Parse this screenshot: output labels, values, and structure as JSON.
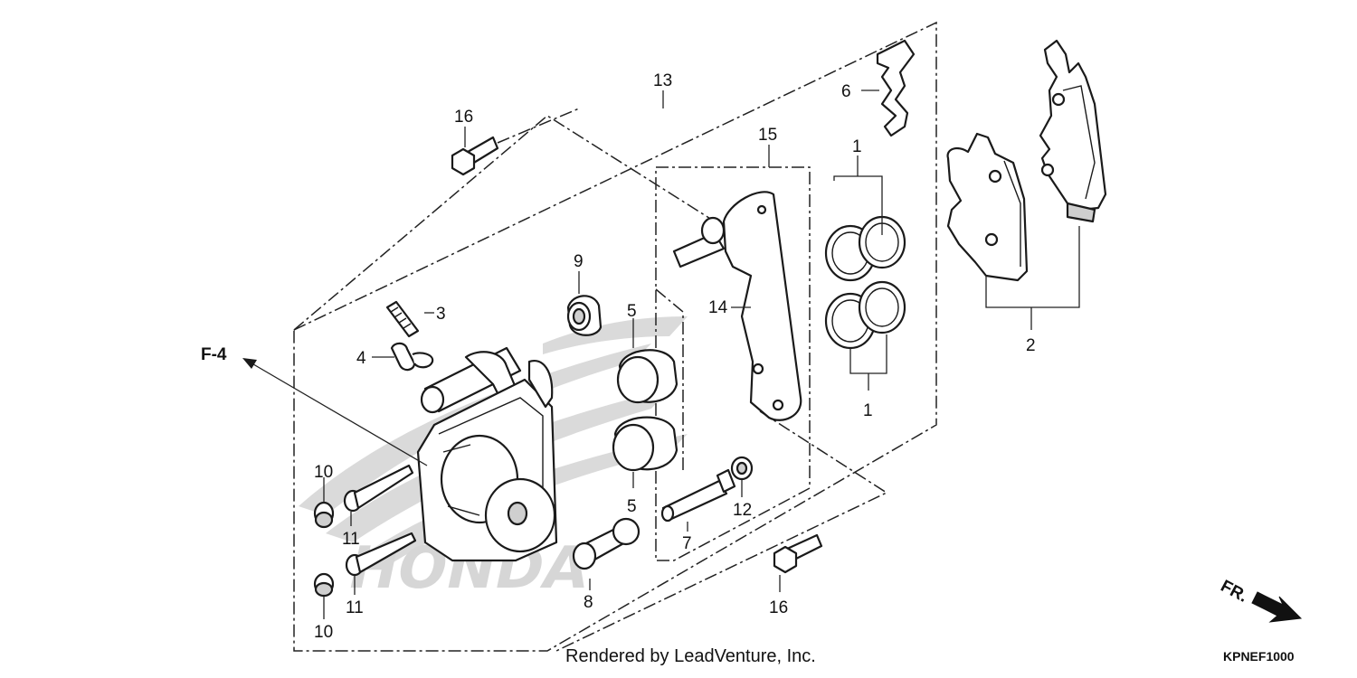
{
  "labels": {
    "p1a": "1",
    "p1b": "1",
    "p2": "2",
    "p3": "3",
    "p4": "4",
    "p5a": "5",
    "p5b": "5",
    "p6": "6",
    "p7": "7",
    "p8": "8",
    "p9": "9",
    "p10a": "10",
    "p10b": "10",
    "p11a": "11",
    "p11b": "11",
    "p12": "12",
    "p13": "13",
    "p14": "14",
    "p15": "15",
    "p16a": "16",
    "p16b": "16",
    "ref": "F-4",
    "front": "FR."
  },
  "footer": {
    "credit": "Rendered by LeadVenture, Inc.",
    "diagram_code": "KPNEF1000"
  },
  "watermark": {
    "brand": "HONDA"
  },
  "colors": {
    "line": "#1a1a1a",
    "watermark": "#dadada",
    "background": "#ffffff"
  }
}
